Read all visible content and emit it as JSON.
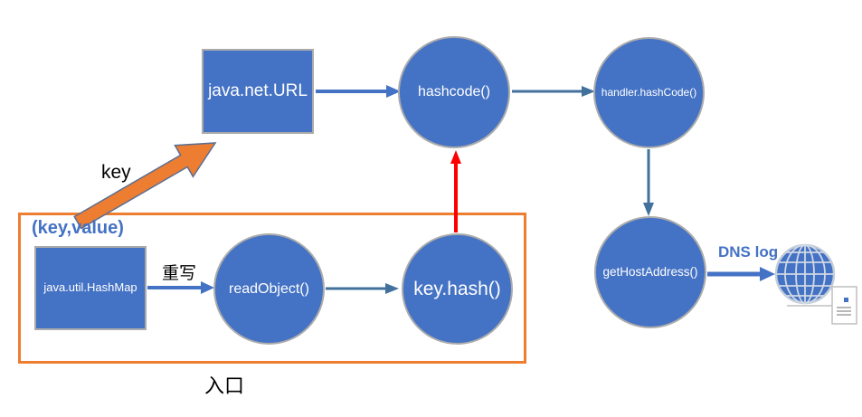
{
  "diagram": {
    "nodes": {
      "java_net_url": {
        "label": "java.net.URL",
        "shape": "rect"
      },
      "hashcode": {
        "label": "hashcode()",
        "shape": "circle"
      },
      "handler_hashcode": {
        "label": "handler.hashCode()",
        "shape": "circle"
      },
      "get_host_address": {
        "label": "getHostAddress()",
        "shape": "circle"
      },
      "java_util_hashmap": {
        "label": "java.util.HashMap",
        "shape": "rect"
      },
      "read_object": {
        "label": "readObject()",
        "shape": "circle"
      },
      "key_hash": {
        "label": "key.hash()",
        "shape": "circle"
      }
    },
    "flow_labels": {
      "key": "key",
      "key_value": "(key,value)",
      "rewrite": "重写",
      "entry": "入口",
      "dns_log": "DNS log"
    },
    "edges": [
      {
        "from": "java.net.URL",
        "to": "hashcode()",
        "color": "#4472C4"
      },
      {
        "from": "hashcode()",
        "to": "handler.hashCode()",
        "color": "#41719C"
      },
      {
        "from": "handler.hashCode()",
        "to": "getHostAddress()",
        "color": "#41719C"
      },
      {
        "from": "getHostAddress()",
        "to": "internet-globe",
        "label": "DNS log",
        "color": "#4472C4"
      },
      {
        "from": "java.util.HashMap",
        "to": "readObject()",
        "label": "重写",
        "color": "#4472C4"
      },
      {
        "from": "readObject()",
        "to": "key.hash()",
        "color": "#41719C"
      },
      {
        "from": "key.hash()",
        "to": "hashcode()",
        "color": "#FF0000"
      },
      {
        "from": "entry-group",
        "to": "java.net.URL",
        "label": "key",
        "color": "#ED7D31",
        "style": "block-arrow"
      }
    ],
    "icons": [
      {
        "name": "globe-icon"
      },
      {
        "name": "note-icon"
      }
    ],
    "colors": {
      "node_fill": "#4472C4",
      "node_border": "#ABABAB",
      "node_text": "#FFFFFF",
      "connector_blue": "#4472C4",
      "connector_steel": "#41719C",
      "connector_red": "#FF0000",
      "orange": "#ED7D31",
      "label_blue": "#4472C4",
      "label_black": "#000000",
      "globe_fill": "#4472C4",
      "globe_grid": "#D0D8E4",
      "note_border": "#BFBFBF"
    }
  }
}
